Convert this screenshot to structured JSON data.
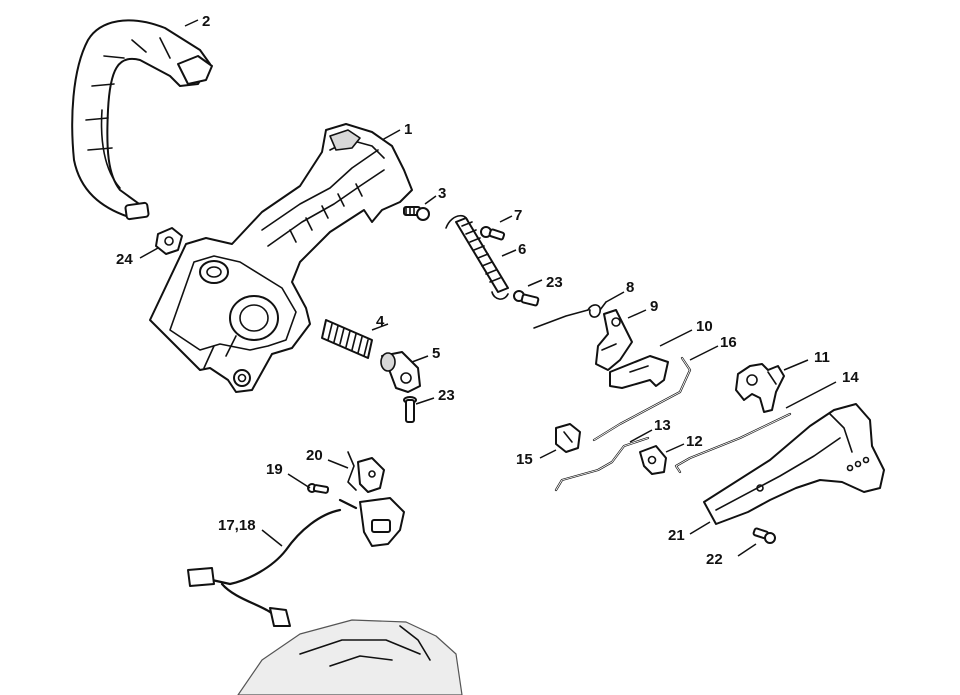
{
  "diagram": {
    "callouts": {
      "c1": "1",
      "c2": "2",
      "c3": "3",
      "c4": "4",
      "c5": "5",
      "c6": "6",
      "c7": "7",
      "c8": "8",
      "c9": "9",
      "c10": "10",
      "c11": "11",
      "c12": "12",
      "c13": "13",
      "c14": "14",
      "c15": "15",
      "c16": "16",
      "c17_18": "17,18",
      "c19": "19",
      "c20": "20",
      "c21": "21",
      "c22": "22",
      "c23a": "23",
      "c23b": "23",
      "c24": "24"
    }
  }
}
